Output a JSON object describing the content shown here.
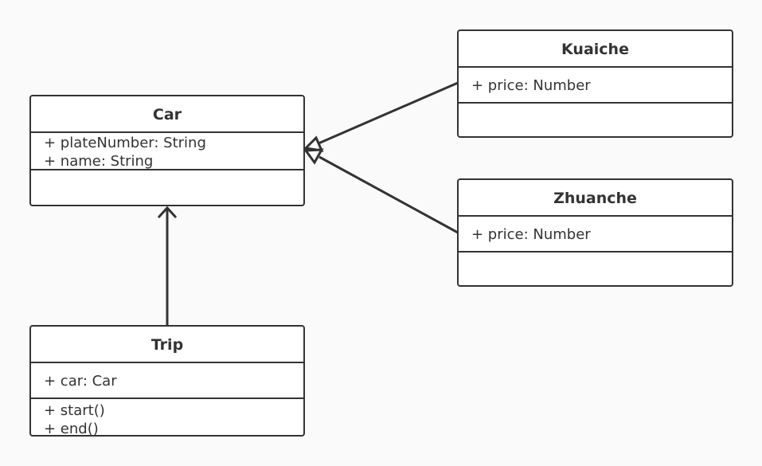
{
  "classes": {
    "car": {
      "name": "Car",
      "attributes": [
        "+ plateNumber: String",
        "+ name: String"
      ],
      "operations": []
    },
    "kuaiche": {
      "name": "Kuaiche",
      "attributes": [
        "+ price: Number"
      ],
      "operations": []
    },
    "zhuanche": {
      "name": "Zhuanche",
      "attributes": [
        "+ price: Number"
      ],
      "operations": []
    },
    "trip": {
      "name": "Trip",
      "attributes": [
        "+ car: Car"
      ],
      "operations": [
        "+ start()",
        "+ end()"
      ]
    }
  },
  "relationships": [
    {
      "from": "Kuaiche",
      "to": "Car",
      "type": "generalization"
    },
    {
      "from": "Zhuanche",
      "to": "Car",
      "type": "generalization"
    },
    {
      "from": "Trip",
      "to": "Car",
      "type": "association"
    }
  ],
  "colors": {
    "stroke": "#333333",
    "background": "#fafafa",
    "box_fill": "#ffffff"
  }
}
